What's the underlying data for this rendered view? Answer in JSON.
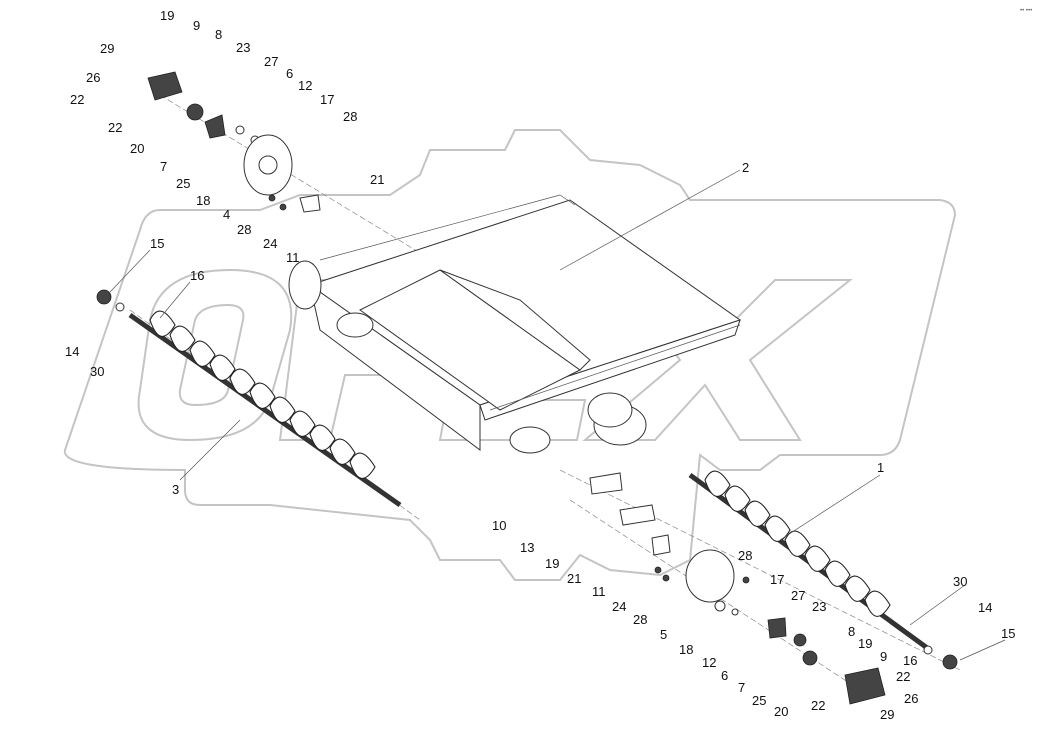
{
  "watermark": "OPEX",
  "corner_mark": "•• •••",
  "labels": [
    "19",
    "9",
    "8",
    "29",
    "23",
    "26",
    "22",
    "27",
    "6",
    "12",
    "17",
    "28",
    "22",
    "20",
    "7",
    "25",
    "18",
    "4",
    "28",
    "24",
    "21",
    "11",
    "2",
    "15",
    "16",
    "14",
    "30",
    "3",
    "1",
    "10",
    "13",
    "19",
    "21",
    "28",
    "17",
    "11",
    "24",
    "28",
    "5",
    "27",
    "23",
    "8",
    "18",
    "12",
    "6",
    "7",
    "25",
    "20",
    "22",
    "9",
    "19",
    "16",
    "22",
    "26",
    "29",
    "30",
    "14",
    "15"
  ]
}
